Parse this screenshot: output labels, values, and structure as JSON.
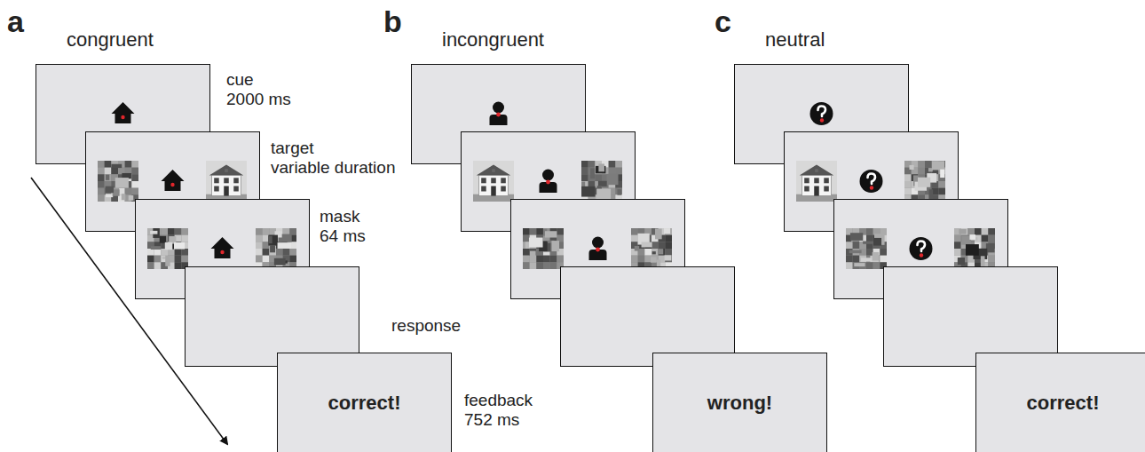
{
  "diagram": {
    "nodes": [
      {
        "text": [
          "correct!"
        ]
      },
      {
        "text": [
          "wrong!"
        ]
      },
      {
        "text": [
          "correct!"
        ]
      }
    ],
    "labels": [
      "a",
      "congruent",
      "cue",
      "2000 ms",
      "target",
      "variable duration",
      "mask",
      "64 ms",
      "response",
      "feedback",
      "752 ms",
      "b",
      "incongruent",
      "c",
      "neutral"
    ]
  }
}
